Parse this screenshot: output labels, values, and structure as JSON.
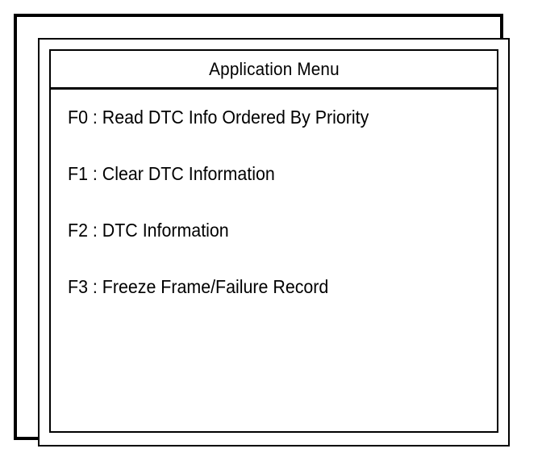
{
  "window": {
    "background_color": "#ffffff",
    "border_color": "#000000"
  },
  "panel": {
    "title": "Application Menu"
  },
  "menu": {
    "items": [
      {
        "key": "F0",
        "separator": ":",
        "label": "F0 : Read DTC Info Ordered By Priority",
        "text": "Read DTC Info Ordered By Priority"
      },
      {
        "key": "F1",
        "separator": ":",
        "label": "F1 : Clear DTC Information",
        "text": "Clear DTC Information"
      },
      {
        "key": "F2",
        "separator": ":",
        "label": "F2 : DTC Information",
        "text": "DTC Information"
      },
      {
        "key": "F3",
        "separator": ":",
        "label": "F3 : Freeze Frame/Failure Record",
        "text": "Freeze Frame/Failure Record"
      }
    ]
  }
}
